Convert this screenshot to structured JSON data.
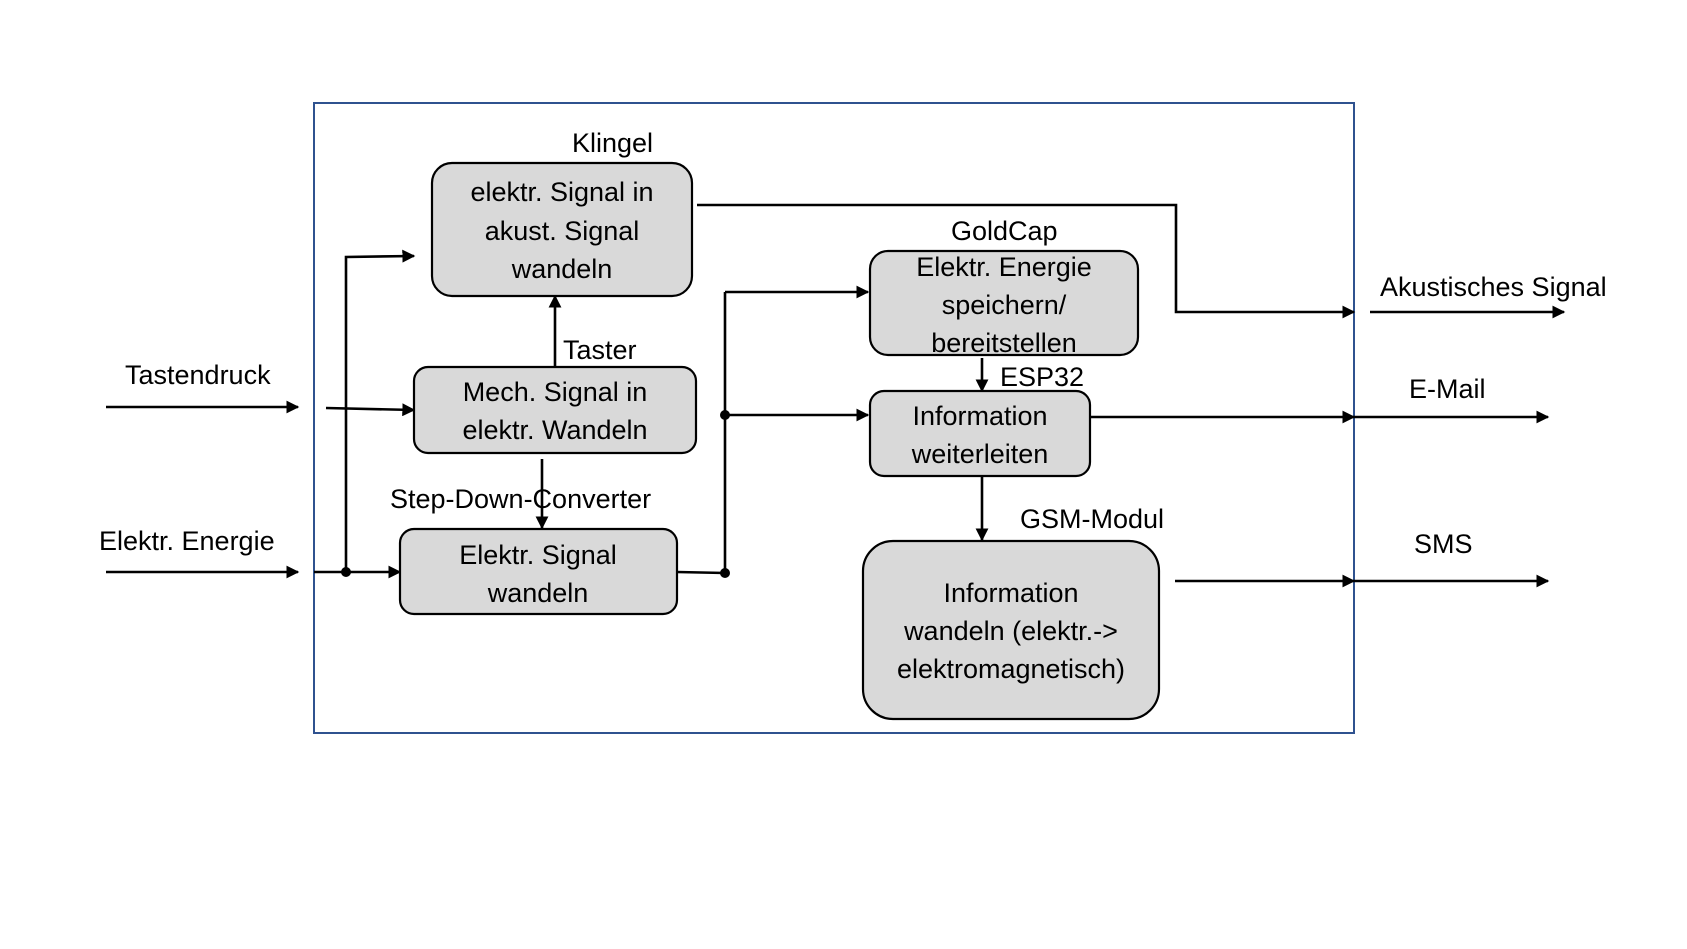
{
  "diagram": {
    "colors": {
      "background": "#ffffff",
      "frame_border": "#2f528f",
      "box_fill": "#d9d9d9",
      "line": "#000000"
    },
    "inputs": {
      "tastendruck": "Tastendruck",
      "elektr_energie": "Elektr. Energie"
    },
    "outputs": {
      "akustisches_signal": "Akustisches Signal",
      "email": "E-Mail",
      "sms": "SMS"
    },
    "components": {
      "klingel": "Klingel",
      "taster": "Taster",
      "step_down": "Step-Down-Converter",
      "goldcap": "GoldCap",
      "esp32": "ESP32",
      "gsm": "GSM-Modul"
    },
    "boxes": {
      "klingel_box": [
        "elektr. Signal in",
        "akust. Signal",
        "wandeln"
      ],
      "taster_box": [
        "Mech. Signal in",
        "elektr. Wandeln"
      ],
      "converter_box": [
        "Elektr. Signal",
        "wandeln"
      ],
      "goldcap_box": [
        "Elektr. Energie",
        "speichern/",
        "bereitstellen"
      ],
      "esp32_box": [
        "Information",
        "weiterleiten"
      ],
      "gsm_box": [
        "Information",
        "wandeln (elektr.->",
        "elektromagnetisch)"
      ]
    }
  }
}
